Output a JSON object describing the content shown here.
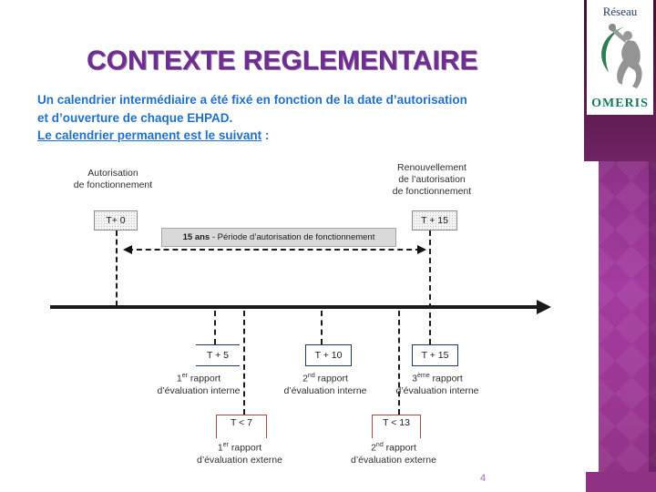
{
  "slide": {
    "title": "CONTEXTE REGLEMENTAIRE",
    "intro": {
      "line1": "Un calendrier intermédiaire a été fixé en fonction de la date d’autorisation",
      "line2": "et d’ouverture de chaque EHPAD.",
      "line3_underline": "Le calendrier permanent est le suivant",
      "line3_colon": " :"
    },
    "page_number": "4"
  },
  "logo": {
    "reseau": "Réseau",
    "omeris": "OMERIS"
  },
  "colors": {
    "title_purple": "#6f2d91",
    "body_blue": "#1e71c8",
    "sidebar_magenta": "#a43ba0",
    "sidebar_dark": "#451236",
    "navy_box_border": "#1f3864",
    "red_bracket": "#b04745",
    "period_bar_gray": "#d9d9d9",
    "logo_green": "#157a5b",
    "logo_navy": "#1d3d6a"
  },
  "diagram": {
    "authorization_label": {
      "line1": "Autorisation",
      "line2": "de fonctionnement"
    },
    "renewal_label": {
      "line1": "Renouvellement",
      "line2": "de l’autorisation",
      "line3": "de fonctionnement"
    },
    "start_box": "T+ 0",
    "end_box": "T + 15",
    "period_bar": {
      "bold": "15 ans",
      "rest": " - Période d’autorisation de fonctionnement"
    },
    "internal": [
      {
        "box": "T + 5",
        "num": "1",
        "sup": "er",
        "word": " rapport",
        "line2": "d’évaluation interne"
      },
      {
        "box": "T + 10",
        "num": "2",
        "sup": "nd",
        "word": " rapport",
        "line2": "d’évaluation interne"
      },
      {
        "box": "T + 15",
        "num": "3",
        "sup": "ème",
        "word": " rapport",
        "line2": "d’évaluation interne"
      }
    ],
    "external": [
      {
        "bracket": "T < 7",
        "num": "1",
        "sup": "er",
        "word": " rapport",
        "line2": "d’évaluation externe"
      },
      {
        "bracket": "T < 13",
        "num": "2",
        "sup": "nd",
        "word": " rapport",
        "line2": "d’évaluation externe"
      }
    ]
  }
}
